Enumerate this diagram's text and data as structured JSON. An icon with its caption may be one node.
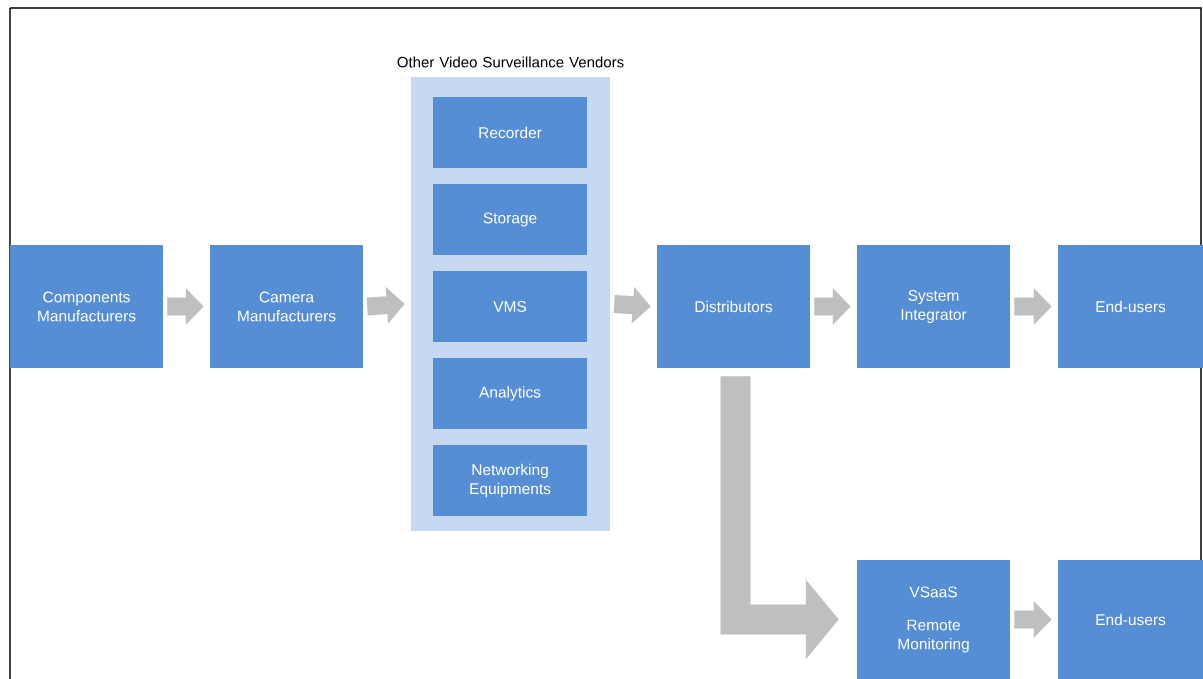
{
  "diagram": {
    "nodes": [
      {
        "text": [
          "Components Manufacturers"
        ]
      },
      {
        "text": [
          "Camera Manufacturers"
        ]
      },
      {
        "text": [
          "Other Video Surveillance Vendors"
        ]
      },
      {
        "text": [
          "Recorder"
        ],
        "in": 2
      },
      {
        "text": [
          "Storage"
        ],
        "in": 2
      },
      {
        "text": [
          "VMS"
        ],
        "in": 2
      },
      {
        "text": [
          "Analytics"
        ],
        "in": 2
      },
      {
        "text": [
          "Networking Equipments"
        ],
        "in": 2
      },
      {
        "text": [
          "Distributors"
        ]
      },
      {
        "text": [
          "System Integrator"
        ]
      },
      {
        "text": [
          "End-users"
        ]
      },
      {
        "text": [
          "VSaaS",
          "Remote Monitoring"
        ]
      },
      {
        "text": [
          "End-users"
        ]
      }
    ],
    "edges": [
      {
        "from": 0,
        "to": 1,
        "arrow": "to"
      },
      {
        "from": 1,
        "to": 2,
        "arrow": "to"
      },
      {
        "from": 2,
        "to": 8,
        "arrow": "to"
      },
      {
        "from": 8,
        "to": 9,
        "arrow": "to"
      },
      {
        "from": 9,
        "to": 10,
        "arrow": "to"
      },
      {
        "from": 8,
        "to": 11,
        "arrow": "to"
      },
      {
        "from": 11,
        "to": 12,
        "arrow": "to"
      }
    ]
  }
}
